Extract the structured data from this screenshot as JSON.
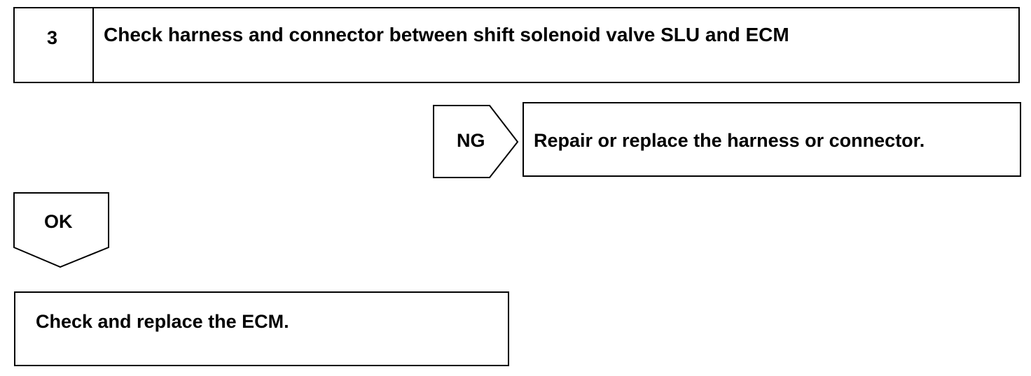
{
  "step": {
    "number": "3",
    "title": "Check harness and connector between shift solenoid valve SLU and ECM"
  },
  "ng_branch": {
    "label": "NG",
    "action": "Repair or replace the harness or connector."
  },
  "ok_branch": {
    "label": "OK"
  },
  "final_step": {
    "action": "Check and replace the ECM."
  }
}
